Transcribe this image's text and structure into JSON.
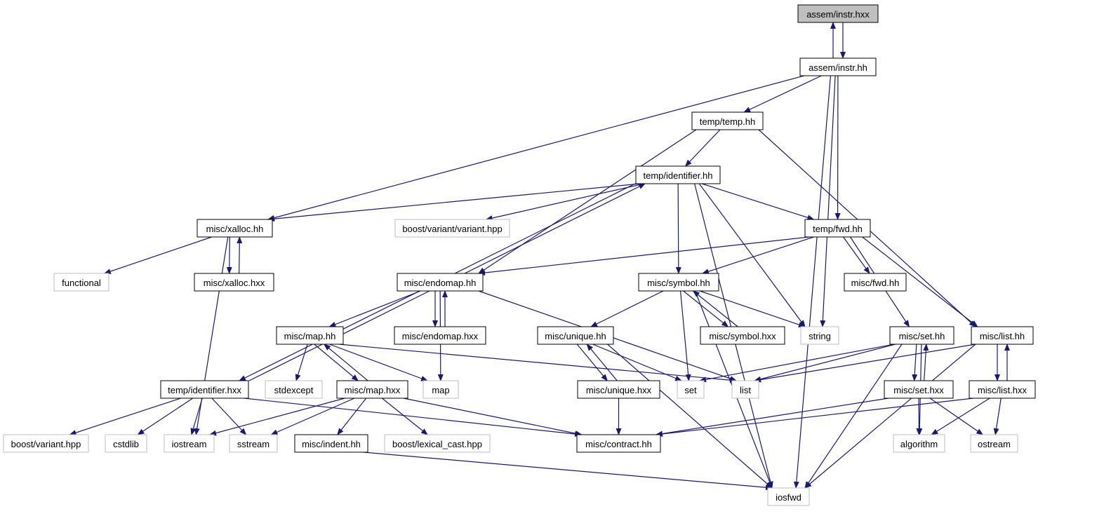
{
  "colors": {
    "edge": "#191970",
    "box_border": "#000000",
    "external_border": "#bfbfbf",
    "root_fill": "#bfbfbf",
    "fill": "#ffffff",
    "text": "#000000"
  },
  "diagram": {
    "nodes": [
      {
        "id": "assem_instr_hxx",
        "label": "assem/instr.hxx",
        "kind": "root"
      },
      {
        "id": "assem_instr_hh",
        "label": "assem/instr.hh",
        "kind": "local"
      },
      {
        "id": "temp_temp_hh",
        "label": "temp/temp.hh",
        "kind": "local"
      },
      {
        "id": "temp_identifier_hh",
        "label": "temp/identifier.hh",
        "kind": "local"
      },
      {
        "id": "misc_xalloc_hh",
        "label": "misc/xalloc.hh",
        "kind": "local"
      },
      {
        "id": "boost_variant_variant",
        "label": "boost/variant/variant.hpp",
        "kind": "external"
      },
      {
        "id": "temp_fwd_hh",
        "label": "temp/fwd.hh",
        "kind": "local"
      },
      {
        "id": "functional",
        "label": "functional",
        "kind": "external"
      },
      {
        "id": "misc_xalloc_hxx",
        "label": "misc/xalloc.hxx",
        "kind": "local"
      },
      {
        "id": "misc_endomap_hh",
        "label": "misc/endomap.hh",
        "kind": "local"
      },
      {
        "id": "misc_symbol_hh",
        "label": "misc/symbol.hh",
        "kind": "local"
      },
      {
        "id": "misc_fwd_hh",
        "label": "misc/fwd.hh",
        "kind": "local"
      },
      {
        "id": "misc_map_hh",
        "label": "misc/map.hh",
        "kind": "local"
      },
      {
        "id": "misc_endomap_hxx",
        "label": "misc/endomap.hxx",
        "kind": "local"
      },
      {
        "id": "misc_unique_hh",
        "label": "misc/unique.hh",
        "kind": "local"
      },
      {
        "id": "misc_symbol_hxx",
        "label": "misc/symbol.hxx",
        "kind": "local"
      },
      {
        "id": "string",
        "label": "string",
        "kind": "external"
      },
      {
        "id": "misc_set_hh",
        "label": "misc/set.hh",
        "kind": "local"
      },
      {
        "id": "misc_list_hh",
        "label": "misc/list.hh",
        "kind": "local"
      },
      {
        "id": "temp_identifier_hxx",
        "label": "temp/identifier.hxx",
        "kind": "local"
      },
      {
        "id": "stdexcept",
        "label": "stdexcept",
        "kind": "external"
      },
      {
        "id": "misc_map_hxx",
        "label": "misc/map.hxx",
        "kind": "local"
      },
      {
        "id": "map",
        "label": "map",
        "kind": "external"
      },
      {
        "id": "misc_unique_hxx",
        "label": "misc/unique.hxx",
        "kind": "local"
      },
      {
        "id": "set",
        "label": "set",
        "kind": "external"
      },
      {
        "id": "list",
        "label": "list",
        "kind": "external"
      },
      {
        "id": "misc_set_hxx",
        "label": "misc/set.hxx",
        "kind": "local"
      },
      {
        "id": "misc_list_hxx",
        "label": "misc/list.hxx",
        "kind": "local"
      },
      {
        "id": "boost_variant_hpp",
        "label": "boost/variant.hpp",
        "kind": "external"
      },
      {
        "id": "cstdlib",
        "label": "cstdlib",
        "kind": "external"
      },
      {
        "id": "iostream",
        "label": "iostream",
        "kind": "external"
      },
      {
        "id": "sstream",
        "label": "sstream",
        "kind": "external"
      },
      {
        "id": "misc_indent_hh",
        "label": "misc/indent.hh",
        "kind": "local"
      },
      {
        "id": "boost_lexical_cast",
        "label": "boost/lexical_cast.hpp",
        "kind": "external"
      },
      {
        "id": "misc_contract_hh",
        "label": "misc/contract.hh",
        "kind": "local"
      },
      {
        "id": "algorithm",
        "label": "algorithm",
        "kind": "external"
      },
      {
        "id": "ostream",
        "label": "ostream",
        "kind": "external"
      },
      {
        "id": "iosfwd",
        "label": "iosfwd",
        "kind": "external"
      }
    ],
    "edges": [
      [
        "assem_instr_hxx",
        "assem_instr_hh"
      ],
      [
        "assem_instr_hh",
        "assem_instr_hxx"
      ],
      [
        "assem_instr_hh",
        "misc_xalloc_hh"
      ],
      [
        "assem_instr_hh",
        "temp_temp_hh"
      ],
      [
        "assem_instr_hh",
        "temp_fwd_hh"
      ],
      [
        "assem_instr_hh",
        "string"
      ],
      [
        "assem_instr_hh",
        "iosfwd"
      ],
      [
        "temp_temp_hh",
        "temp_identifier_hh"
      ],
      [
        "temp_temp_hh",
        "misc_endomap_hh"
      ],
      [
        "temp_temp_hh",
        "misc_list_hh"
      ],
      [
        "temp_identifier_hh",
        "misc_xalloc_hh"
      ],
      [
        "temp_identifier_hh",
        "boost_variant_variant"
      ],
      [
        "temp_identifier_hh",
        "temp_fwd_hh"
      ],
      [
        "temp_identifier_hh",
        "misc_symbol_hh"
      ],
      [
        "temp_identifier_hh",
        "string"
      ],
      [
        "temp_identifier_hh",
        "iosfwd"
      ],
      [
        "temp_identifier_hh",
        "temp_identifier_hxx"
      ],
      [
        "temp_identifier_hxx",
        "temp_identifier_hh"
      ],
      [
        "misc_xalloc_hh",
        "functional"
      ],
      [
        "misc_xalloc_hh",
        "misc_xalloc_hxx"
      ],
      [
        "misc_xalloc_hxx",
        "misc_xalloc_hh"
      ],
      [
        "misc_xalloc_hh",
        "iostream"
      ],
      [
        "temp_fwd_hh",
        "misc_endomap_hh"
      ],
      [
        "temp_fwd_hh",
        "misc_symbol_hh"
      ],
      [
        "temp_fwd_hh",
        "misc_fwd_hh"
      ],
      [
        "temp_fwd_hh",
        "misc_set_hh"
      ],
      [
        "temp_fwd_hh",
        "misc_list_hh"
      ],
      [
        "misc_endomap_hh",
        "misc_map_hh"
      ],
      [
        "misc_endomap_hh",
        "misc_endomap_hxx"
      ],
      [
        "misc_endomap_hxx",
        "misc_endomap_hh"
      ],
      [
        "misc_endomap_hh",
        "map"
      ],
      [
        "misc_endomap_hh",
        "list"
      ],
      [
        "misc_symbol_hh",
        "misc_unique_hh"
      ],
      [
        "misc_symbol_hh",
        "misc_symbol_hxx"
      ],
      [
        "misc_symbol_hxx",
        "misc_symbol_hh"
      ],
      [
        "misc_symbol_hh",
        "string"
      ],
      [
        "misc_symbol_hh",
        "set"
      ],
      [
        "misc_symbol_hh",
        "iosfwd"
      ],
      [
        "misc_map_hh",
        "stdexcept"
      ],
      [
        "misc_map_hh",
        "misc_map_hxx"
      ],
      [
        "misc_map_hxx",
        "misc_map_hh"
      ],
      [
        "misc_map_hh",
        "map"
      ],
      [
        "misc_map_hh",
        "list"
      ],
      [
        "misc_unique_hh",
        "misc_unique_hxx"
      ],
      [
        "misc_unique_hxx",
        "misc_unique_hh"
      ],
      [
        "misc_unique_hh",
        "set"
      ],
      [
        "misc_unique_hh",
        "iosfwd"
      ],
      [
        "misc_unique_hxx",
        "misc_contract_hh"
      ],
      [
        "misc_set_hh",
        "misc_set_hxx"
      ],
      [
        "misc_set_hxx",
        "misc_set_hh"
      ],
      [
        "misc_set_hh",
        "set"
      ],
      [
        "misc_set_hh",
        "list"
      ],
      [
        "misc_set_hh",
        "algorithm"
      ],
      [
        "misc_set_hh",
        "iosfwd"
      ],
      [
        "misc_list_hh",
        "misc_list_hxx"
      ],
      [
        "misc_list_hxx",
        "misc_list_hh"
      ],
      [
        "misc_list_hh",
        "list"
      ],
      [
        "misc_list_hh",
        "iosfwd"
      ],
      [
        "temp_identifier_hxx",
        "boost_variant_hpp"
      ],
      [
        "temp_identifier_hxx",
        "cstdlib"
      ],
      [
        "temp_identifier_hxx",
        "iostream"
      ],
      [
        "temp_identifier_hxx",
        "sstream"
      ],
      [
        "temp_identifier_hxx",
        "misc_contract_hh"
      ],
      [
        "misc_map_hxx",
        "iostream"
      ],
      [
        "misc_map_hxx",
        "sstream"
      ],
      [
        "misc_map_hxx",
        "misc_indent_hh"
      ],
      [
        "misc_map_hxx",
        "boost_lexical_cast"
      ],
      [
        "misc_map_hxx",
        "misc_contract_hh"
      ],
      [
        "misc_indent_hh",
        "iosfwd"
      ],
      [
        "misc_set_hxx",
        "misc_contract_hh"
      ],
      [
        "misc_set_hxx",
        "algorithm"
      ],
      [
        "misc_set_hxx",
        "ostream"
      ],
      [
        "misc_list_hxx",
        "misc_contract_hh"
      ],
      [
        "misc_list_hxx",
        "algorithm"
      ],
      [
        "misc_list_hxx",
        "ostream"
      ]
    ]
  }
}
